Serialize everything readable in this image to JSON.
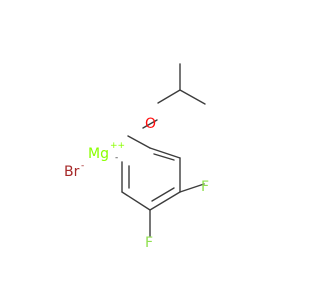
{
  "molecule": {
    "atoms": {
      "O": {
        "text": "O",
        "color": "#ff0d0d"
      },
      "Mg": {
        "text": "Mg",
        "charge": "++",
        "color": "#8aff00"
      },
      "Br": {
        "text": "Br",
        "charge": "-",
        "color": "#a62929"
      },
      "C": {
        "charge": "-",
        "color": "#3c3c3c"
      },
      "F1": {
        "text": "F",
        "color": "#90e050"
      },
      "F2": {
        "text": "F",
        "color": "#90e050"
      }
    },
    "bond_color": "#3c3c3c"
  }
}
